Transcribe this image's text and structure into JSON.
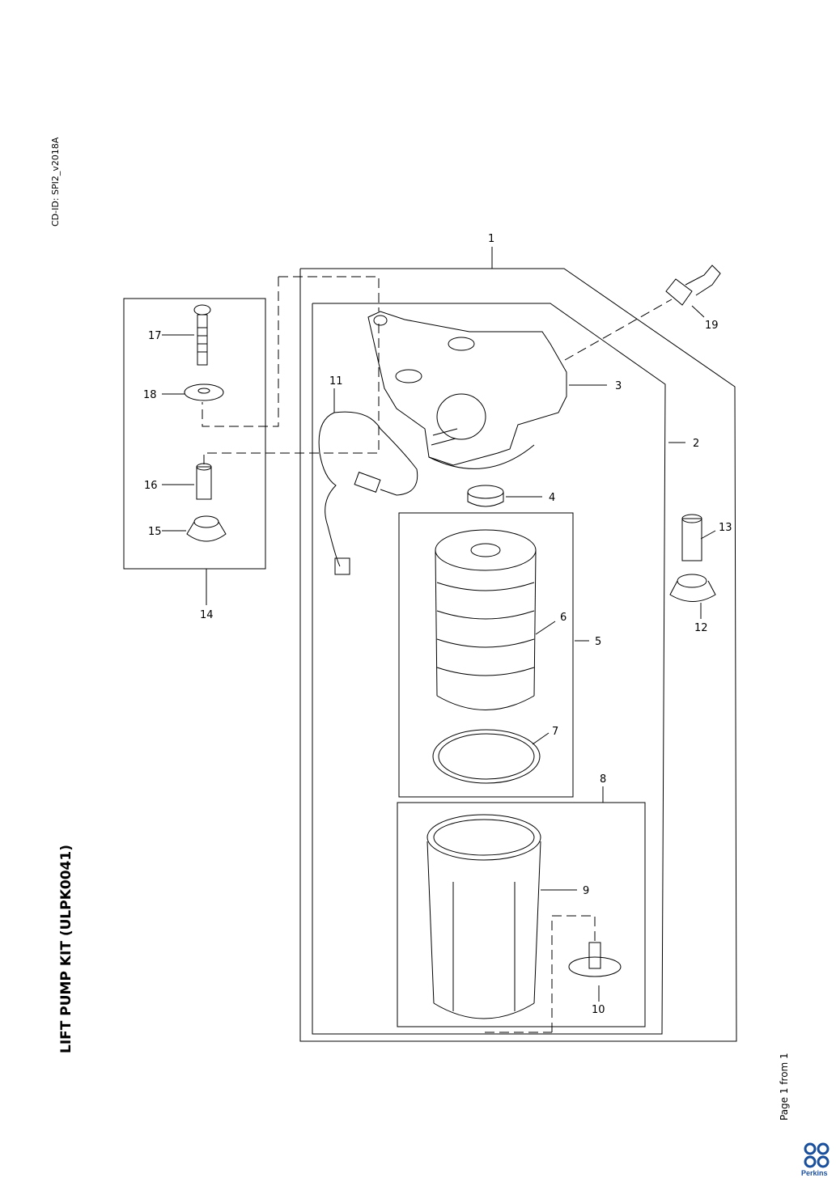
{
  "document": {
    "title": "LIFT PUMP KIT (ULPK0041)",
    "cd_id": "CD-ID: SPI2_v2018A",
    "page_label": "Page 1 from 1",
    "brand": "Perkins"
  },
  "callouts": {
    "c1": "1",
    "c2": "2",
    "c3": "3",
    "c4": "4",
    "c5": "5",
    "c6": "6",
    "c7": "7",
    "c8": "8",
    "c9": "9",
    "c10": "10",
    "c11": "11",
    "c12": "12",
    "c13": "13",
    "c14": "14",
    "c15": "15",
    "c16": "16",
    "c17": "17",
    "c18": "18",
    "c19": "19"
  },
  "colors": {
    "line": "#000000",
    "brand_blue": "#1a4f9c"
  }
}
